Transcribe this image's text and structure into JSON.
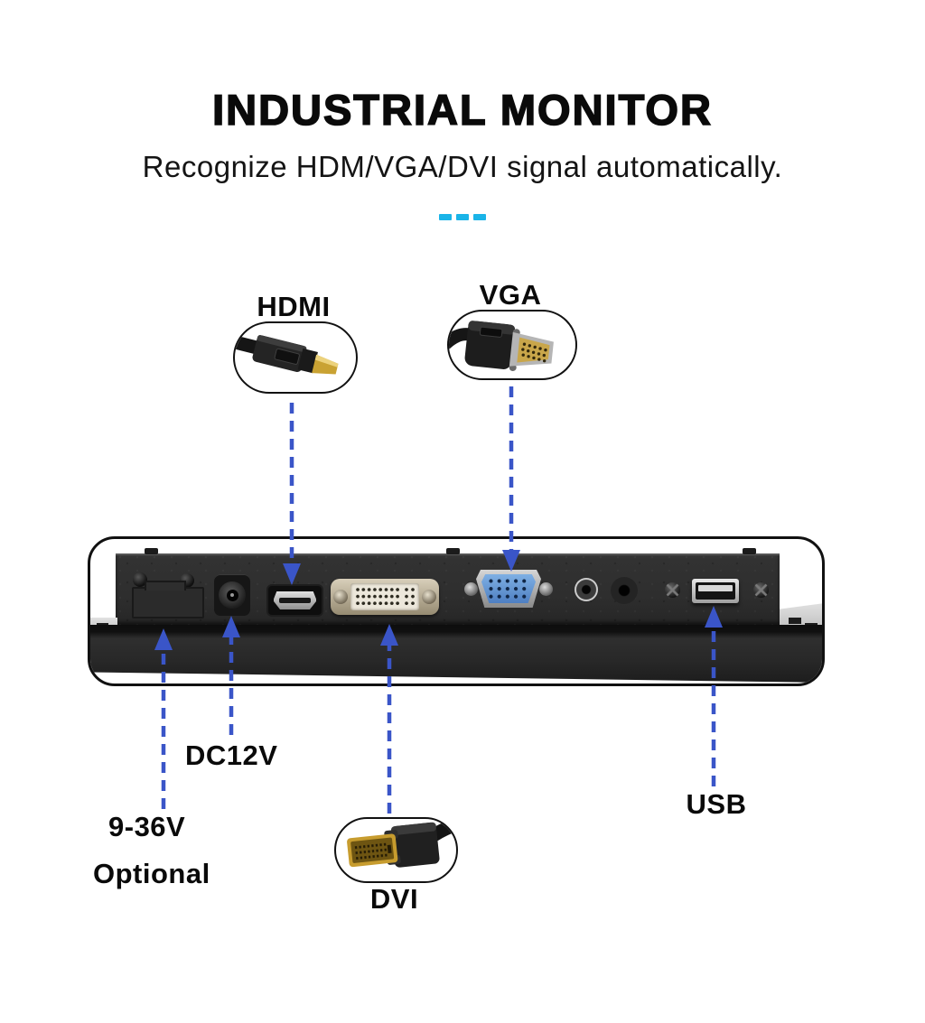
{
  "header": {
    "title": "INDUSTRIAL MONITOR",
    "subtitle": "Recognize HDM/VGA/DVI signal automatically."
  },
  "divider": {
    "dash_count": 3,
    "color": "#1ab4e8"
  },
  "callouts": {
    "hdmi": {
      "label": "HDMI",
      "connector_photo": "hdmi-cable",
      "arrow": "down",
      "target": "hdmi-port"
    },
    "vga": {
      "label": "VGA",
      "connector_photo": "vga-cable",
      "arrow": "down",
      "target": "vga-port"
    },
    "power": {
      "label": "9-36V",
      "sublabel": "Optional",
      "arrow": "up",
      "target": "blank-power-plate"
    },
    "dc": {
      "label": "DC12V",
      "arrow": "up",
      "target": "dc-jack"
    },
    "dvi": {
      "label": "DVI",
      "connector_photo": "dvi-cable",
      "arrow": "up",
      "target": "dvi-port"
    },
    "usb": {
      "label": "USB",
      "arrow": "up",
      "target": "usb-port"
    }
  },
  "monitor_panel": {
    "ports_left_to_right": [
      "blank-power-plate",
      "dc-jack",
      "hdmi-port",
      "dvi-port",
      "vga-port",
      "audio-jack-small",
      "audio-jack-large",
      "usb-port"
    ],
    "screw_count": 4
  },
  "colors": {
    "arrow_blue": "#3a55c8",
    "divider_cyan": "#1ab4e8",
    "panel_charcoal": "#2e2e2e",
    "vga_insert_blue": "#6f9fd8",
    "connector_gold": "#c9a233"
  }
}
